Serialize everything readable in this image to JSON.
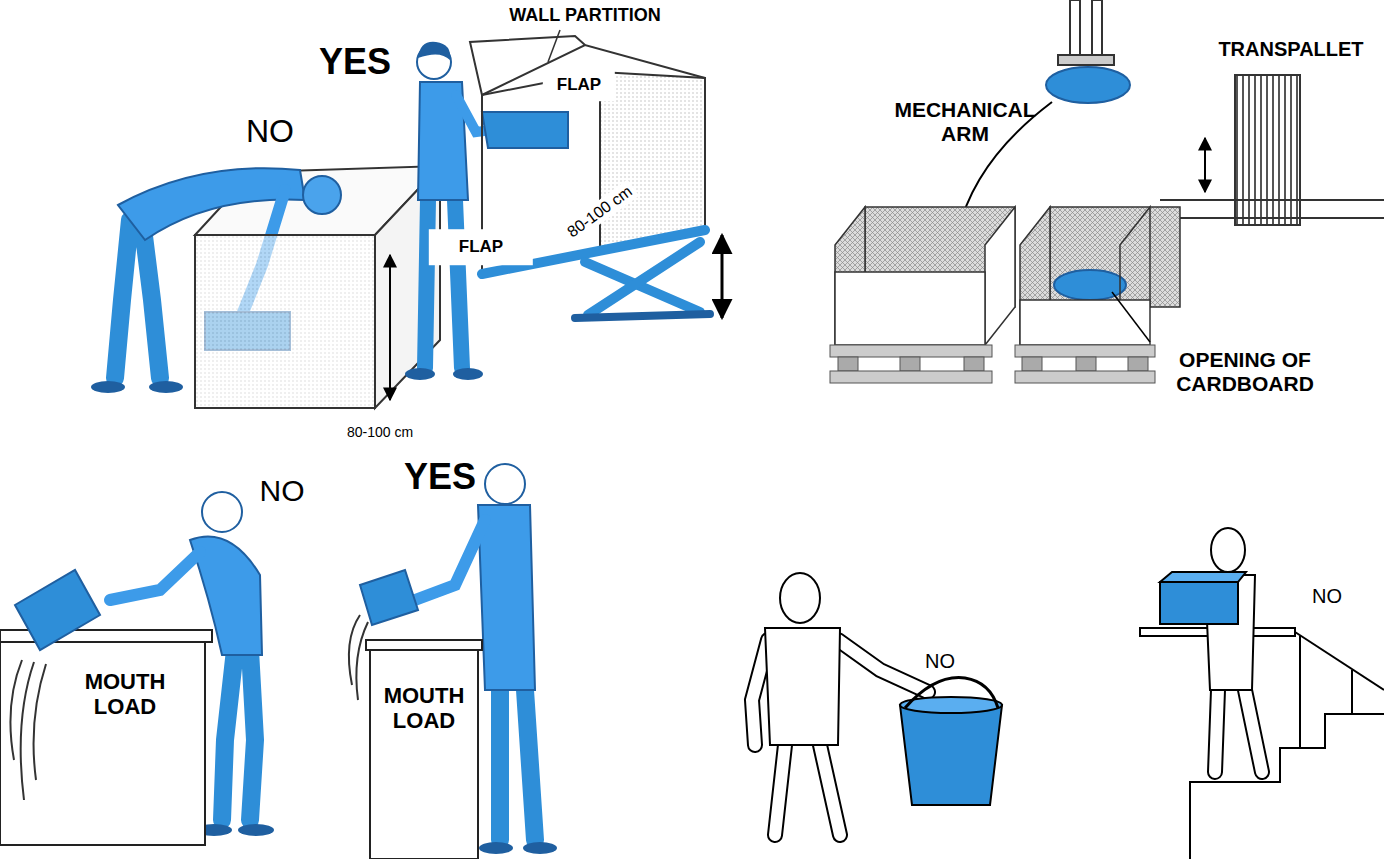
{
  "diagram": {
    "labels": [
      "WALL PARTITION",
      "YES",
      "NO",
      "FLAP",
      "TRANSPALLET",
      "MECHANICAL ARM",
      "FLAP",
      "80-100 cm",
      "OPENING OF CARDBOARD",
      "80-100 cm",
      "NO",
      "YES",
      "MOUTH LOAD",
      "MOUTH LOAD",
      "NO",
      "NO"
    ]
  }
}
